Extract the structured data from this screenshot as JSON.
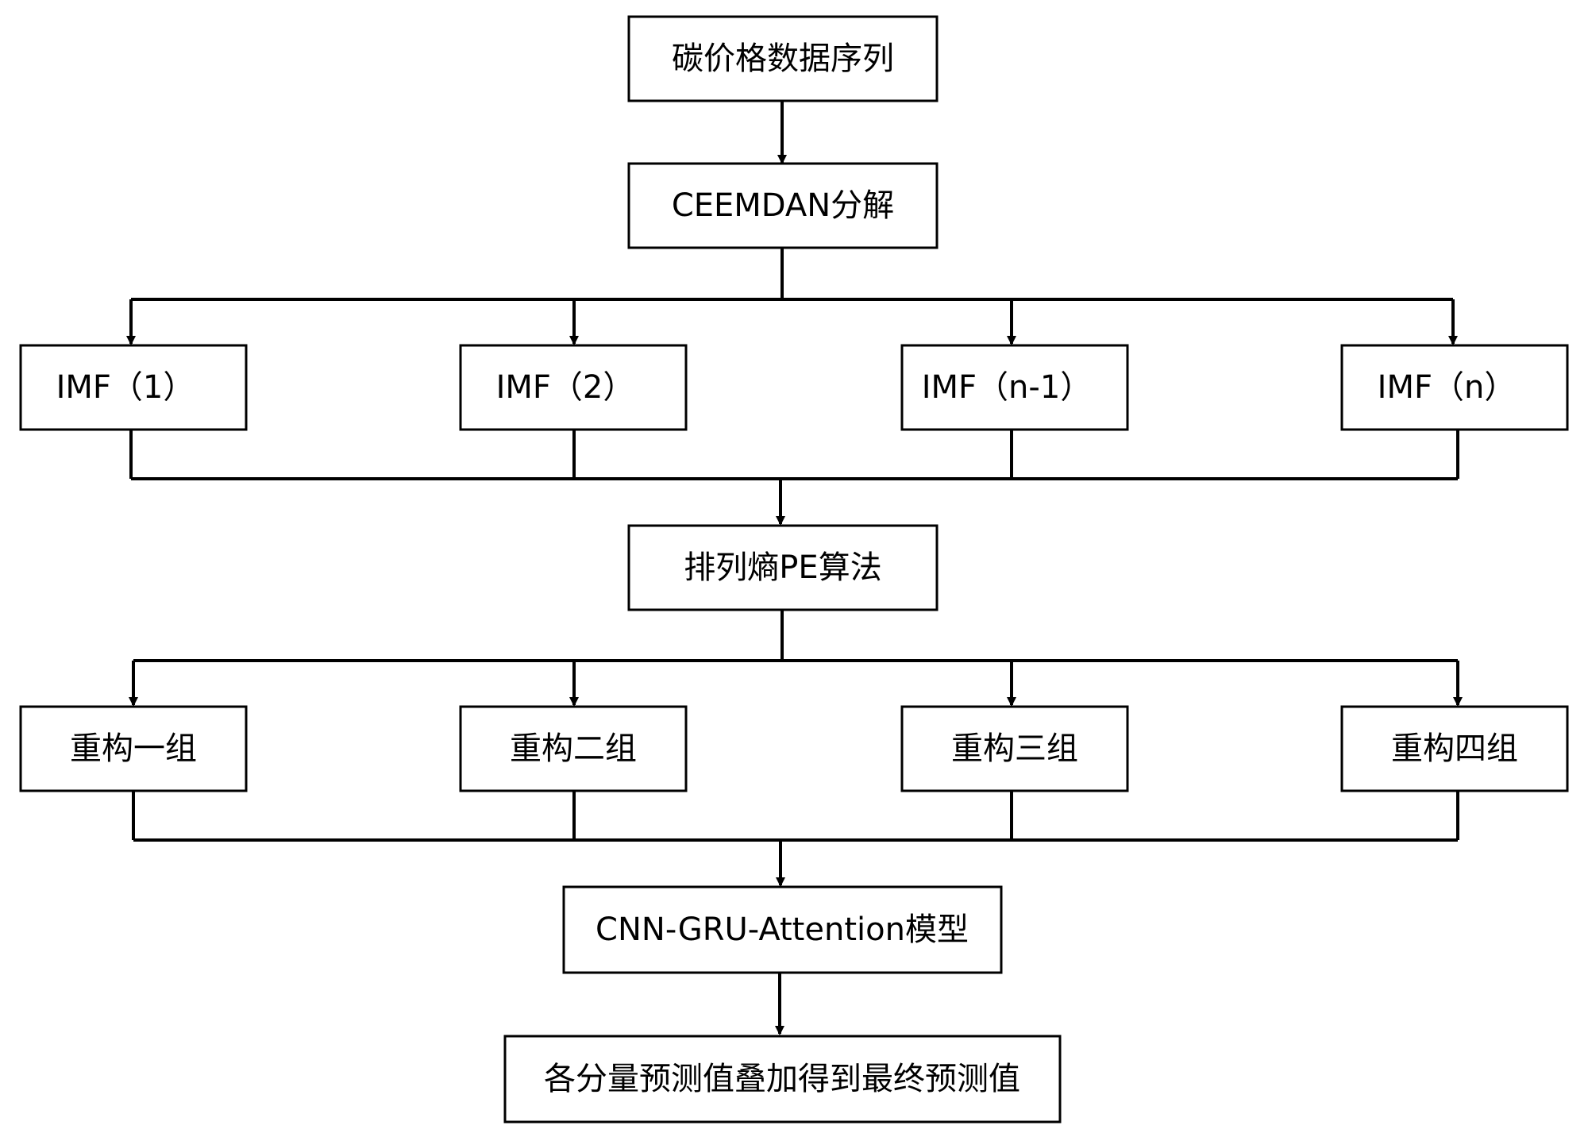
{
  "nodes": {
    "carbon_price_series": "碳价格数据序列",
    "ceemdan": "CEEMDAN分解",
    "imf_1": "IMF（1）",
    "imf_2": "IMF（2）",
    "imf_n_minus_1": "IMF（n-1）",
    "imf_n": "IMF（n）",
    "permutation_entropy": "排列熵PE算法",
    "recon_group_1": "重构一组",
    "recon_group_2": "重构二组",
    "recon_group_3": "重构三组",
    "recon_group_4": "重构四组",
    "cnn_gru_attention": "CNN-GRU-Attention模型",
    "final_prediction": "各分量预测值叠加得到最终预测值"
  },
  "colors": {
    "stroke": "#000000",
    "fill": "#ffffff",
    "text": "#000000"
  }
}
